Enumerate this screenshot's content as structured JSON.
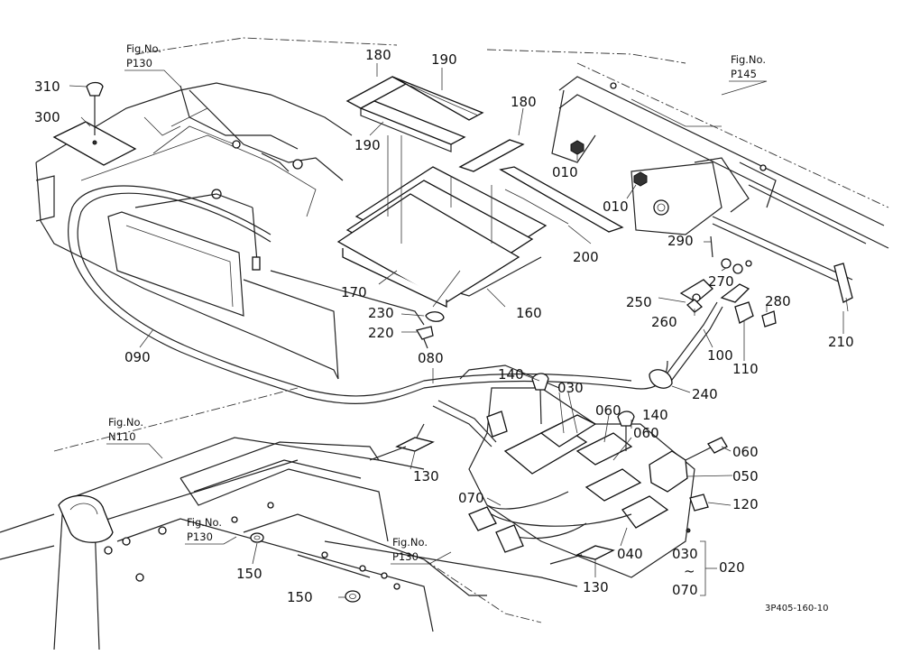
{
  "labels": {
    "p310": "310",
    "p300": "300",
    "p180a": "180",
    "p190a": "190",
    "p180b": "180",
    "p190b": "190",
    "p010a": "010",
    "p010b": "010",
    "p200": "200",
    "p290": "290",
    "p270": "270",
    "p280": "280",
    "p250": "250",
    "p260": "260",
    "p170": "170",
    "p160": "160",
    "p230": "230",
    "p220": "220",
    "p090": "090",
    "p080": "080",
    "p100": "100",
    "p110": "110",
    "p210": "210",
    "p240": "240",
    "p140a": "140",
    "p030": "030",
    "p060a": "060",
    "p140b": "140",
    "p060b": "060",
    "p060c": "060",
    "p050": "050",
    "p130a": "130",
    "p070": "070",
    "p120": "120",
    "p150a": "150",
    "p040": "040",
    "p030b": "030",
    "p020": "020",
    "p070b": "070",
    "p130b": "130",
    "p150b": "150",
    "tilde": "~"
  },
  "figrefs": {
    "p130_top": {
      "line1": "Fig.No.",
      "line2": "P130"
    },
    "p145": {
      "line1": "Fig.No.",
      "line2": "P145"
    },
    "n110": {
      "line1": "Fig.No.",
      "line2": "N110"
    },
    "p130_left": {
      "line1": "Fig.No.",
      "line2": "P130"
    },
    "p130_bottom": {
      "line1": "Fig.No.",
      "line2": "P130"
    }
  },
  "drawing_code": "3P405-160-10"
}
